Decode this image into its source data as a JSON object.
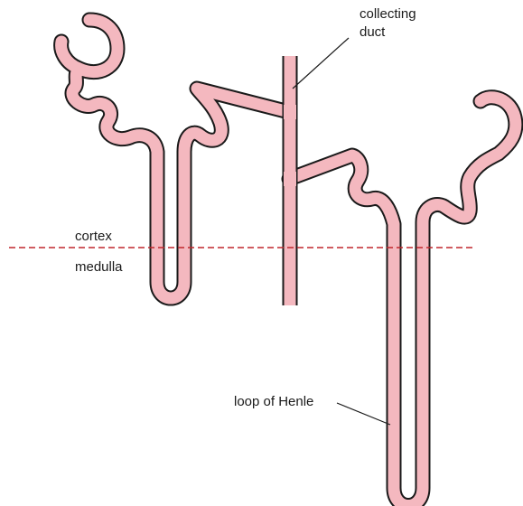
{
  "labels": {
    "collecting_duct_line1": "collecting",
    "collecting_duct_line2": "duct",
    "cortex": "cortex",
    "medulla": "medulla",
    "loop_of_henle": "loop of Henle"
  },
  "colors": {
    "tubule_fill": "#f4b8bf",
    "tubule_outline": "#1a1a1a",
    "boundary_line": "#c0272d",
    "text": "#1a1a1a"
  }
}
